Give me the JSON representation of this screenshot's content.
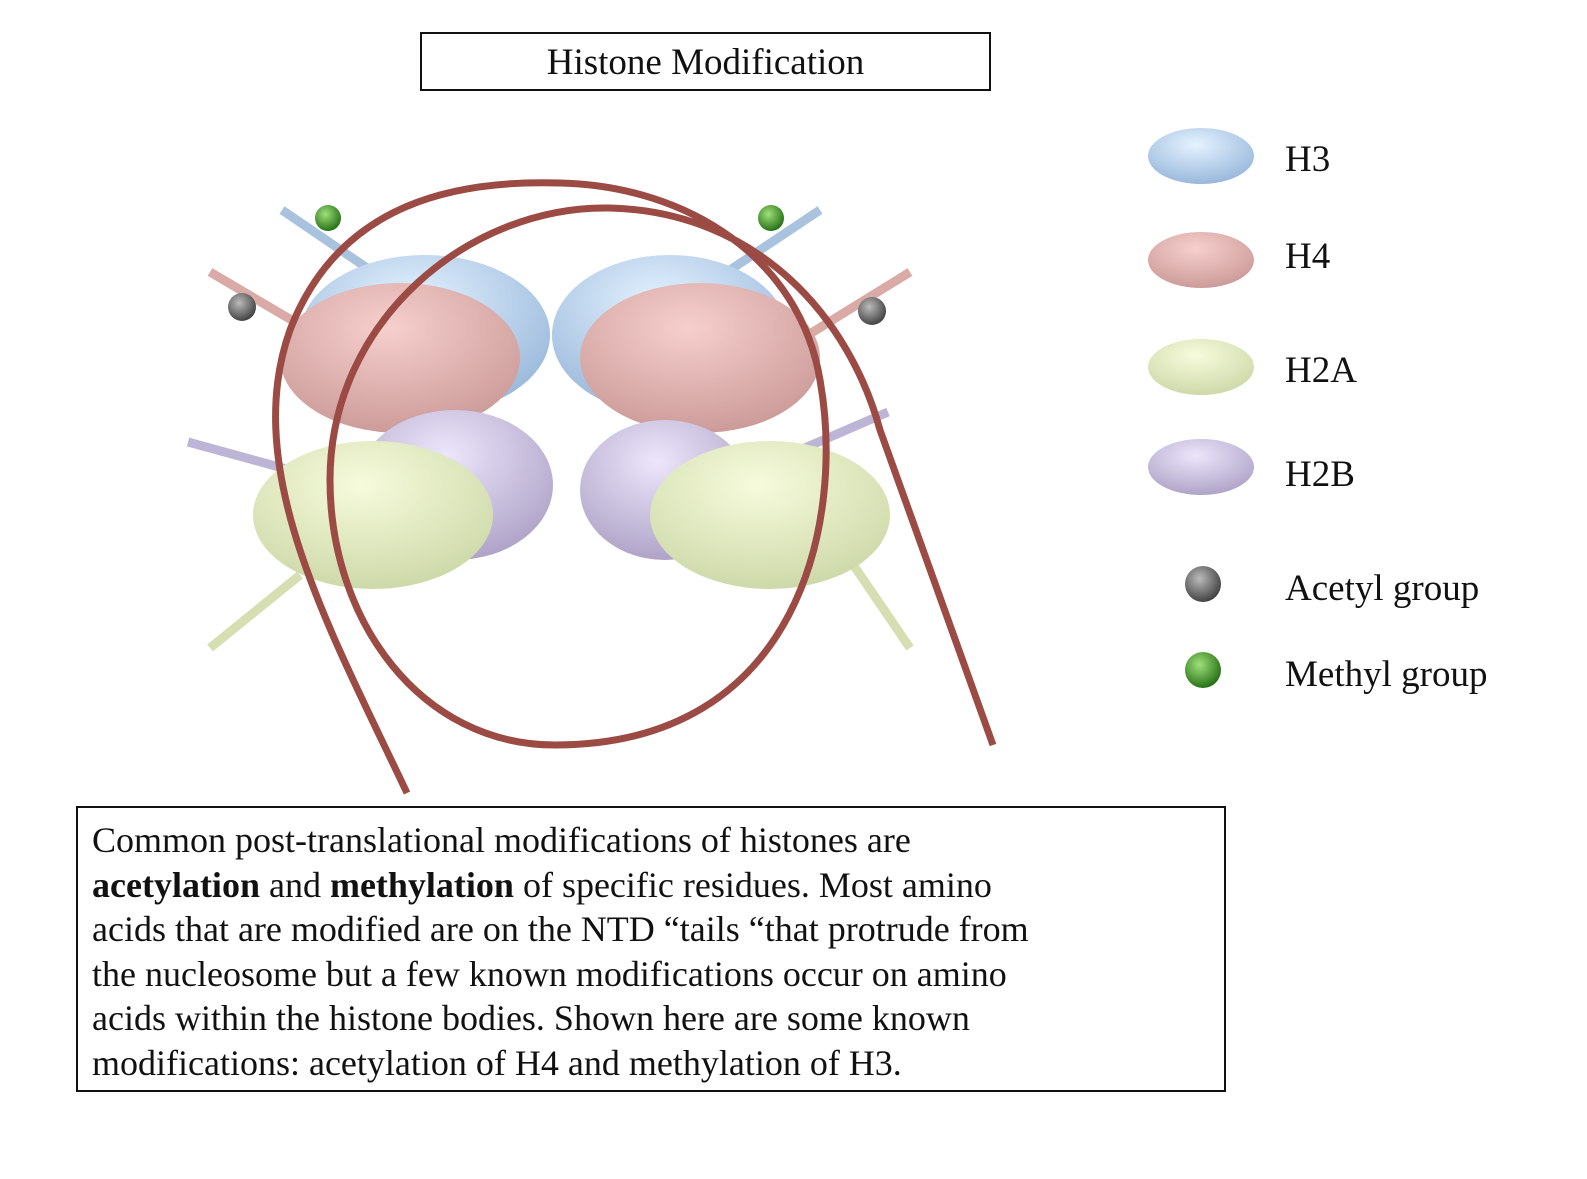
{
  "title": "Histone Modification",
  "legend": [
    {
      "label": "H3",
      "color": "#a9c8ea"
    },
    {
      "label": "H4",
      "color": "#e3aaa8"
    },
    {
      "label": "H2A",
      "color": "#e1ebbb"
    },
    {
      "label": "H2B",
      "color": "#c5bde0"
    },
    {
      "label": "Acetyl group",
      "color": "#555555"
    },
    {
      "label": "Methyl group",
      "color": "#2e8a1a"
    }
  ],
  "description": {
    "line1": "Common post-translational modifications of histones are",
    "line2_bold1": "acetylation",
    "line2_text1": " and ",
    "line2_bold2": "methylation",
    "line2_text2": " of specific residues. Most amino",
    "line3": "acids that are modified are on the NTD  “tails “that protrude from",
    "line4": "the nucleosome but a few known modifications occur on amino",
    "line5": "acids within the histone bodies. Shown here are some known",
    "line6": "modifications: acetylation of H4 and methylation of H3."
  },
  "dna_color": "#9b4b44"
}
